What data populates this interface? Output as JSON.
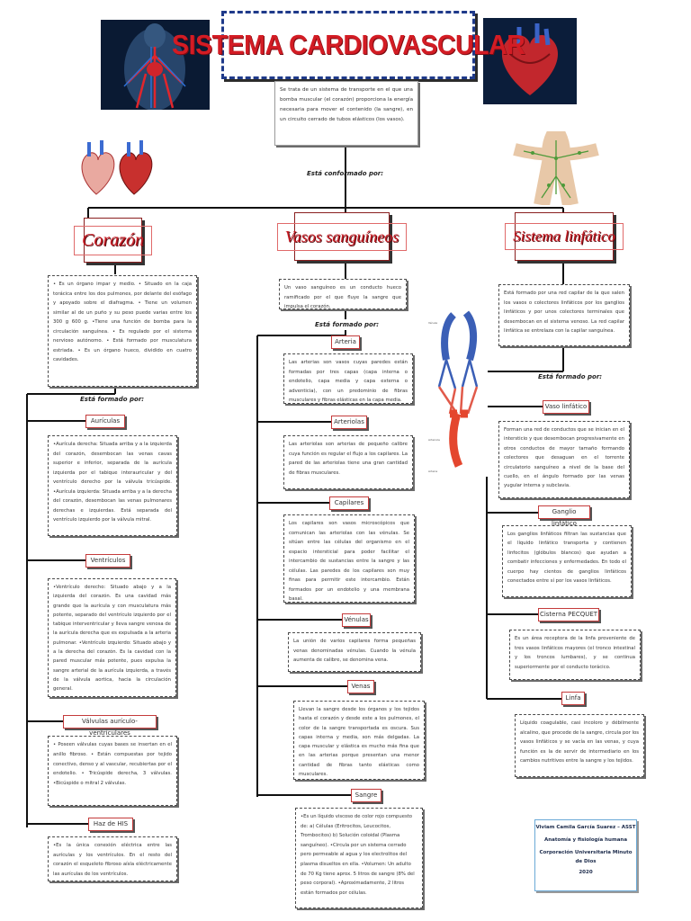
{
  "title": "SISTEMA CARDIOVASCULAR",
  "intro": "Se trata de un sistema de transporte en el que una bomba muscular (el corazón) proporciona la energía necesaria para mover el contenido (la sangre), en un circuito cerrado de tubos elásticos (los vasos).",
  "conformado": "Está conformado por:",
  "corazon": {
    "title": "Corazón",
    "desc": "• Es un órgano impar y medio. • Situado en la caja torácica entre los dos pulmones, por delante del esófago y apoyado sobre el diafragma. • Tiene un volumen similar al de un puño y su peso puede varias entre los 300 g 600 g. •Tiene una función de bomba para la circulación sanguínea. • Es regulado por el sistema nervioso autónomo. • Está formado por musculatura estriada. • Es un órgano hueco, dividido en cuatro cavidades.",
    "formado": "Está formado por:",
    "auriculas_label": "Aurículas",
    "auriculas": "•Aurícula derecha: Situada arriba y a la izquierda del corazón, desembocan las venas cavas superior e inferior, separada de la aurícula izquierda por el tabique interauricular y del ventrículo derecho por la válvula tricúspide. •Aurícula izquierda: Situada arriba y a la derecha del corazón, desembocan las venas pulmonares derechas e izquierdas. Está separada del ventrículo izquierdo por la válvula mitral.",
    "ventriculos_label": "Ventrículos",
    "ventriculos": "•Ventrículo derecho: Situado abajo y a la izquierda del corazón. Es una cavidad más grande que la aurícula y con musculatura más potente, separado del ventrículo izquierdo por el tabique interventricular y lleva sangre venosa de la aurícula derecha que es expulsada a la arteria pulmonar. •Ventrículo izquierdo: Situado abajo y a la derecha del corazón. Es la cavidad con la pared muscular más potente, pues expulsa la sangre arterial de la aurícula izquierda, a través de la válvula aortica, hacia la circulación general.",
    "valvulas_label": "Válvulas aurículo-ventriculares",
    "valvulas": "• Poseen válvulas cuyas bases se insertan en el anillo fibroso. • Están compuestas por tejido conectivo, denso y al vascular, recubiertas por el endotelio. • Tricúspide derecha, 3 válvulas. •Bicúspide o mitral 2 válvulas.",
    "his_label": "Haz de HIS",
    "his": "•Es la única conexión eléctrica entre las aurículas y los ventrículos. En el resto del corazón el esqueleto fibroso aísla eléctricamente las aurículas de los ventrículos."
  },
  "vasos": {
    "title": "Vasos sanguíneos",
    "desc": "Un vaso sanguíneo es un conducto hueco ramificado por el que fluye la sangre que impulsa el corazón.",
    "formado": "Está formado por:",
    "arteria_label": "Arteria",
    "arteria": "Las arterias son vasos cuyas paredes están formadas por tres capas (capa interna o endotelio, capa media y capa externa o adventicia), con un predominio de fibras musculares y fibras elásticas en la capa media.",
    "arteriolas_label": "Arteriolas",
    "arteriolas": "Las arteriolas son arterias de pequeño calibre cuya función es regular el flujo a los capilares. La pared de las arteriolas tiene una gran cantidad de fibras musculares.",
    "capilares_label": "Capilares",
    "capilares": "Los capilares son vasos microscópicos que comunican las arteriolas con las vénulas. Se sitúan entre las células del organismo en el espacio intersticial para poder facilitar el intercambio de sustancias entre la sangre y las células. Las paredes de los capilares son muy finas para permitir este intercambio. Están formados por un endotelio y una membrana basal.",
    "venulas_label": "Vénulas",
    "venulas": "La unión de varios capilares forma pequeñas venas denominadas vénulas. Cuando la vénula aumenta de calibre, se denomina vena.",
    "venas_label": "Venas",
    "venas": "Llevan la sangre desde los órganos y los tejidos hasta el corazón y desde este a los pulmones, el color de la sangre transportada es oscura. Sus capas interna y media, son más delgadas. La capa muscular y elástica es mucho más fina que en las arterias porque presentan una menor cantidad de fibras tanto elásticas como musculares.",
    "sangre_label": "Sangre",
    "sangre": "•Es un líquido viscoso de color rojo compuesto de: a) Células (Eritrocitos, Leucocitos, Trombocitos) b) Solución coloidal (Plasma sanguíneo). •Circula por un sistema cerrado pero permeable al agua y los electrolitos del plasma disueltos en ella. •Volumen: Un adulto de 70 Kg tiene aprox. 5 litros de sangre (8% del peso corporal). •Aproximadamente, 2 litros están formados por células."
  },
  "linfatico": {
    "title": "Sistema linfático",
    "desc": "Está formado por una red capilar de la que salen los vasos o colectores linfáticos por los ganglios linfáticos y por unos colectores terminales que desembocan en el sistema venoso. La red capilar linfática se entrelaza con la capilar sanguínea.",
    "formado": "Está formado por:",
    "vaso_label": "Vaso linfático",
    "vaso": "Forman una red de conductos que se inician en el intersticio y que desembocan progresivamente en otros conductos de mayor tamaño formando colectores que desaguan en el torrente circulatorio sanguíneo a nivel de la base del cuello, en el ángulo formado por las venas yugular interna y subclavia.",
    "ganglio_label": "Ganglio linfático",
    "ganglio": "Los ganglios linfáticos filtran las sustancias que el líquido linfático transporta y contienen linfocitos (glóbulos blancos) que ayudan a combatir infecciones y enfermedades. En todo el cuerpo hay cientos de ganglios linfáticos conectados entre sí por los vasos linfáticos.",
    "cisterna_label": "Cisterna PECQUET",
    "cisterna": "Es un área receptora de la linfa proveniente de tres vasos linfáticos mayores (el tronco intestinal y los troncos lumbares), y se continua superiormente por el conducto torácico.",
    "linfa_label": "Linfa",
    "linfa": "Líquido coagulable, casi incoloro y débilmente alcalino, que procede de la sangre, circula por los vasos linfáticos y se vacía en las venas, y cuya función es la de servir de intermediario en los cambios nutritivos entre la sangre y los tejidos."
  },
  "credit": {
    "author": "Viviam Camila García Suarez – ASST",
    "subject": "Anatomía y fisiología humana",
    "university": "Corporación Universitaria Minuto de Dios",
    "year": "2020"
  },
  "colors": {
    "accent": "#d31c24",
    "title_border": "#1f3a8a"
  }
}
